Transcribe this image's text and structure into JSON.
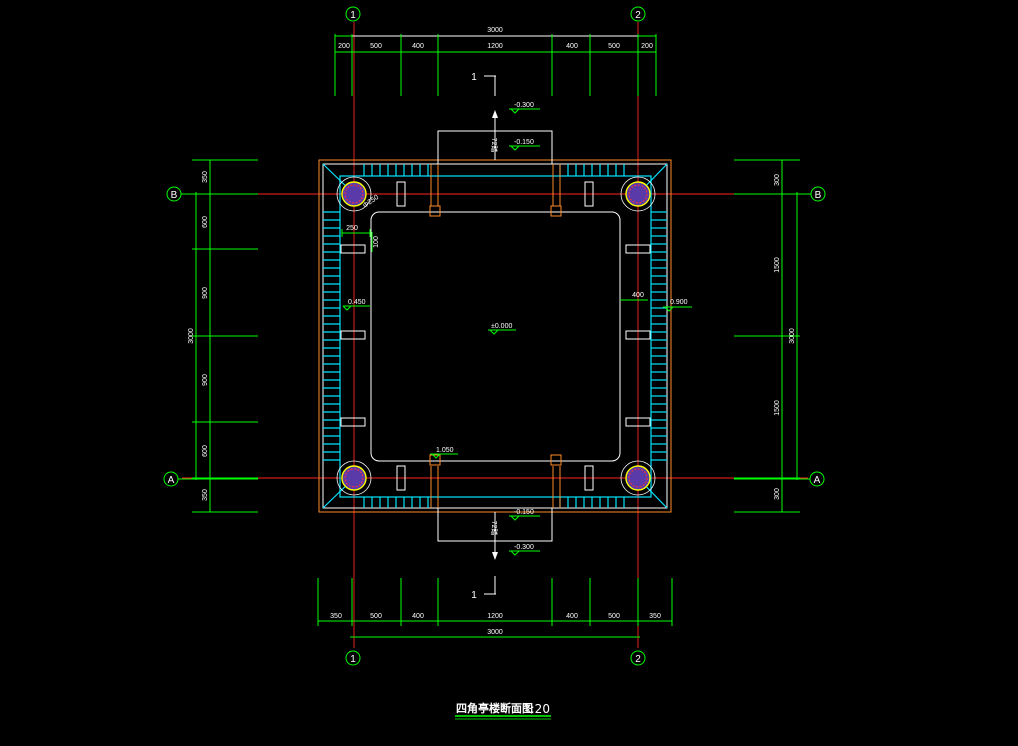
{
  "drawing": {
    "title": "四角亭楼断面图",
    "scale": "1:20"
  },
  "axes": {
    "grid_1": "1",
    "grid_2": "2",
    "grid_a": "A",
    "grid_b": "B"
  },
  "section_marks": {
    "top": "1",
    "bottom": "1"
  },
  "dims_top": {
    "overall": "3000",
    "segments": [
      "200",
      "500",
      "400",
      "1200",
      "400",
      "500",
      "200"
    ]
  },
  "dims_bottom": {
    "overall": "3000",
    "segments": [
      "350",
      "500",
      "400",
      "1200",
      "400",
      "500",
      "350"
    ]
  },
  "dims_left": {
    "overall": "3000",
    "segments": [
      "350",
      "600",
      "900",
      "900",
      "600",
      "350"
    ]
  },
  "dims_right": {
    "overall": "3000",
    "segments": [
      "300",
      "1500",
      "1500",
      "300"
    ]
  },
  "levels": {
    "top_outer": "-0.300",
    "top_inner": "-0.150",
    "center": "±0.000",
    "left": "0.450",
    "right": "0.900",
    "lower_left": "1.050",
    "bottom_inner": "-0.150",
    "bottom_outer": "-0.300"
  },
  "annotations": {
    "step_top": "72踏",
    "step_bottom": "72踏",
    "detail_250": "250",
    "detail_100": "100",
    "detail_400": "400",
    "column_dia": "Φ250"
  }
}
